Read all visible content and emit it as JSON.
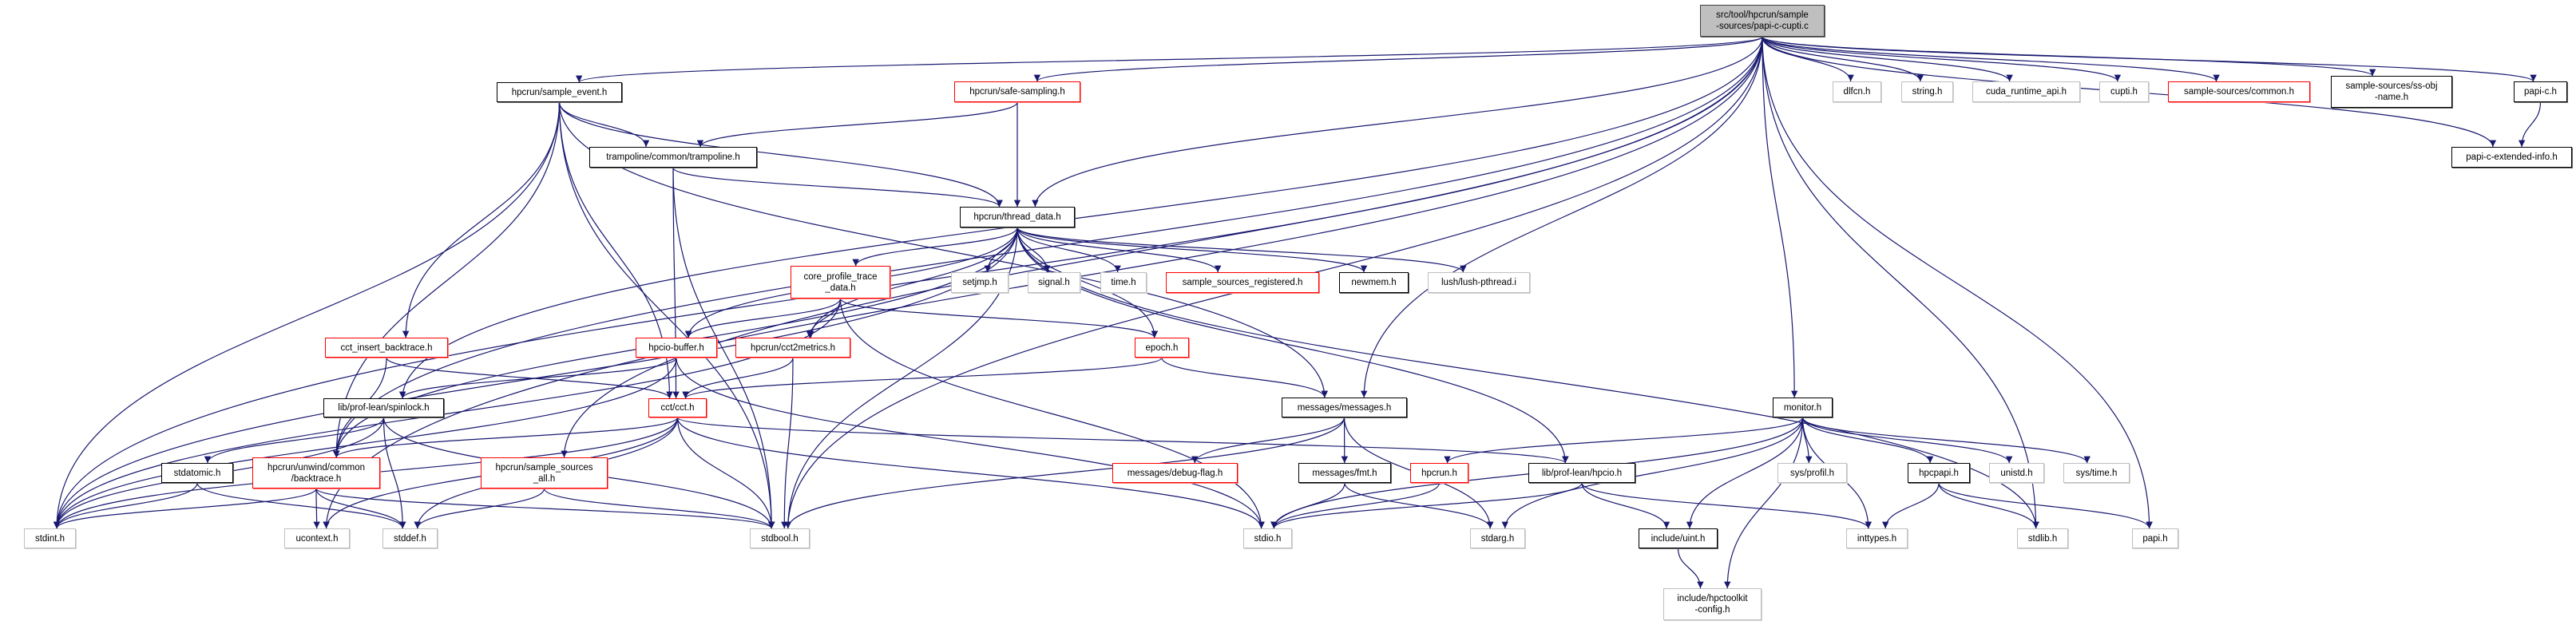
{
  "colors": {
    "edge": "#191970",
    "documented_border": "#000000",
    "incomplete_border": "#ff0000",
    "undocumented_border": "#bfbfbf",
    "root_fill": "#bfbfbf"
  },
  "nodes": {
    "root": {
      "lines": [
        "src/tool/hpcrun/sample",
        "-sources/papi-c-cupti.c"
      ],
      "kind": "root"
    },
    "sample_event": {
      "lines": [
        "hpcrun/sample_event.h"
      ],
      "kind": "black"
    },
    "safe_sampling": {
      "lines": [
        "hpcrun/safe-sampling.h"
      ],
      "kind": "red"
    },
    "trampoline": {
      "lines": [
        "trampoline/common/trampoline.h"
      ],
      "kind": "black"
    },
    "thread_data": {
      "lines": [
        "hpcrun/thread_data.h"
      ],
      "kind": "black"
    },
    "core_profile": {
      "lines": [
        "core_profile_trace",
        "_data.h"
      ],
      "kind": "red"
    },
    "setjmp": {
      "lines": [
        "setjmp.h"
      ],
      "kind": "gray"
    },
    "signal": {
      "lines": [
        "signal.h"
      ],
      "kind": "gray"
    },
    "time": {
      "lines": [
        "time.h"
      ],
      "kind": "gray"
    },
    "ss_registered": {
      "lines": [
        "sample_sources_registered.h"
      ],
      "kind": "red"
    },
    "newmem": {
      "lines": [
        "newmem.h"
      ],
      "kind": "black"
    },
    "lush": {
      "lines": [
        "lush/lush-pthread.i"
      ],
      "kind": "gray"
    },
    "cct_insert": {
      "lines": [
        "cct_insert_backtrace.h"
      ],
      "kind": "red"
    },
    "hpcio_buffer": {
      "lines": [
        "hpcio-buffer.h"
      ],
      "kind": "red"
    },
    "cct2metrics": {
      "lines": [
        "hpcrun/cct2metrics.h"
      ],
      "kind": "red"
    },
    "epoch": {
      "lines": [
        "epoch.h"
      ],
      "kind": "red"
    },
    "spinlock": {
      "lines": [
        "lib/prof-lean/spinlock.h"
      ],
      "kind": "black"
    },
    "cct": {
      "lines": [
        "cct/cct.h"
      ],
      "kind": "red"
    },
    "messages": {
      "lines": [
        "messages/messages.h"
      ],
      "kind": "black"
    },
    "monitor": {
      "lines": [
        "monitor.h"
      ],
      "kind": "black"
    },
    "stdatomic": {
      "lines": [
        "stdatomic.h"
      ],
      "kind": "black"
    },
    "backtrace": {
      "lines": [
        "hpcrun/unwind/common",
        "/backtrace.h"
      ],
      "kind": "red"
    },
    "ss_all": {
      "lines": [
        "hpcrun/sample_sources",
        "_all.h"
      ],
      "kind": "red"
    },
    "debug_flag": {
      "lines": [
        "messages/debug-flag.h"
      ],
      "kind": "red"
    },
    "fmt": {
      "lines": [
        "messages/fmt.h"
      ],
      "kind": "black"
    },
    "hpcrun_h": {
      "lines": [
        "hpcrun.h"
      ],
      "kind": "red"
    },
    "hpcio": {
      "lines": [
        "lib/prof-lean/hpcio.h"
      ],
      "kind": "black"
    },
    "sys_profil": {
      "lines": [
        "sys/profil.h"
      ],
      "kind": "gray"
    },
    "hpcpapi": {
      "lines": [
        "hpcpapi.h"
      ],
      "kind": "black"
    },
    "unistd": {
      "lines": [
        "unistd.h"
      ],
      "kind": "gray"
    },
    "sys_time": {
      "lines": [
        "sys/time.h"
      ],
      "kind": "gray"
    },
    "stdint": {
      "lines": [
        "stdint.h"
      ],
      "kind": "gray"
    },
    "ucontext": {
      "lines": [
        "ucontext.h"
      ],
      "kind": "gray"
    },
    "stddef": {
      "lines": [
        "stddef.h"
      ],
      "kind": "gray"
    },
    "stdbool": {
      "lines": [
        "stdbool.h"
      ],
      "kind": "gray"
    },
    "stdio": {
      "lines": [
        "stdio.h"
      ],
      "kind": "gray"
    },
    "stdarg": {
      "lines": [
        "stdarg.h"
      ],
      "kind": "gray"
    },
    "uint": {
      "lines": [
        "include/uint.h"
      ],
      "kind": "black"
    },
    "hpctk_config": {
      "lines": [
        "include/hpctoolkit",
        "-config.h"
      ],
      "kind": "gray"
    },
    "inttypes": {
      "lines": [
        "inttypes.h"
      ],
      "kind": "gray"
    },
    "stdlib": {
      "lines": [
        "stdlib.h"
      ],
      "kind": "gray"
    },
    "papi": {
      "lines": [
        "papi.h"
      ],
      "kind": "gray"
    },
    "dlfcn": {
      "lines": [
        "dlfcn.h"
      ],
      "kind": "gray"
    },
    "string": {
      "lines": [
        "string.h"
      ],
      "kind": "gray"
    },
    "cuda_runtime": {
      "lines": [
        "cuda_runtime_api.h"
      ],
      "kind": "gray"
    },
    "cupti": {
      "lines": [
        "cupti.h"
      ],
      "kind": "gray"
    },
    "ss_common": {
      "lines": [
        "sample-sources/common.h"
      ],
      "kind": "red"
    },
    "ss_obj_name": {
      "lines": [
        "sample-sources/ss-obj",
        "-name.h"
      ],
      "kind": "black"
    },
    "papi_c": {
      "lines": [
        "papi-c.h"
      ],
      "kind": "black"
    },
    "papi_c_ext": {
      "lines": [
        "papi-c-extended-info.h"
      ],
      "kind": "black"
    }
  },
  "edges": [
    [
      "root",
      "stdint"
    ],
    [
      "root",
      "ucontext"
    ],
    [
      "root",
      "spinlock"
    ],
    [
      "root",
      "ss_all"
    ],
    [
      "root",
      "backtrace"
    ],
    [
      "root",
      "sample_event"
    ],
    [
      "root",
      "safe_sampling"
    ],
    [
      "root",
      "thread_data"
    ],
    [
      "root",
      "stdbool"
    ],
    [
      "root",
      "messages"
    ],
    [
      "root",
      "monitor"
    ],
    [
      "root",
      "stdlib"
    ],
    [
      "root",
      "papi"
    ],
    [
      "root",
      "dlfcn"
    ],
    [
      "root",
      "string"
    ],
    [
      "root",
      "cuda_runtime"
    ],
    [
      "root",
      "cupti"
    ],
    [
      "root",
      "ss_common"
    ],
    [
      "root",
      "ss_obj_name"
    ],
    [
      "root",
      "papi_c"
    ],
    [
      "root",
      "papi_c_ext"
    ],
    [
      "sample_event",
      "trampoline"
    ],
    [
      "sample_event",
      "thread_data"
    ],
    [
      "sample_event",
      "stdint"
    ],
    [
      "sample_event",
      "backtrace"
    ],
    [
      "sample_event",
      "cct"
    ],
    [
      "sample_event",
      "stdbool"
    ],
    [
      "sample_event",
      "cct_insert"
    ],
    [
      "sample_event",
      "messages"
    ],
    [
      "safe_sampling",
      "trampoline"
    ],
    [
      "safe_sampling",
      "thread_data"
    ],
    [
      "trampoline",
      "thread_data"
    ],
    [
      "trampoline",
      "cct"
    ],
    [
      "trampoline",
      "stdbool"
    ],
    [
      "thread_data",
      "core_profile"
    ],
    [
      "thread_data",
      "setjmp"
    ],
    [
      "thread_data",
      "signal"
    ],
    [
      "thread_data",
      "time"
    ],
    [
      "thread_data",
      "ss_registered"
    ],
    [
      "thread_data",
      "newmem"
    ],
    [
      "thread_data",
      "lush"
    ],
    [
      "thread_data",
      "epoch"
    ],
    [
      "thread_data",
      "hpcio_buffer"
    ],
    [
      "thread_data",
      "cct2metrics"
    ],
    [
      "thread_data",
      "stdint"
    ],
    [
      "thread_data",
      "stdbool"
    ],
    [
      "thread_data",
      "backtrace"
    ],
    [
      "thread_data",
      "hpcio"
    ],
    [
      "thread_data",
      "stdlib"
    ],
    [
      "core_profile",
      "epoch"
    ],
    [
      "core_profile",
      "hpcio_buffer"
    ],
    [
      "core_profile",
      "cct2metrics"
    ],
    [
      "core_profile",
      "stdint"
    ],
    [
      "core_profile",
      "stdio"
    ],
    [
      "cct_insert",
      "cct"
    ],
    [
      "cct_insert",
      "backtrace"
    ],
    [
      "hpcio_buffer",
      "spinlock"
    ],
    [
      "hpcio_buffer",
      "stdint"
    ],
    [
      "hpcio_buffer",
      "stdio"
    ],
    [
      "cct2metrics",
      "cct"
    ],
    [
      "cct2metrics",
      "stdbool"
    ],
    [
      "epoch",
      "cct"
    ],
    [
      "epoch",
      "messages"
    ],
    [
      "spinlock",
      "stdatomic"
    ],
    [
      "spinlock",
      "stdint"
    ],
    [
      "spinlock",
      "stddef"
    ],
    [
      "spinlock",
      "stdbool"
    ],
    [
      "cct",
      "backtrace"
    ],
    [
      "cct",
      "ucontext"
    ],
    [
      "cct",
      "stddef"
    ],
    [
      "cct",
      "stdbool"
    ],
    [
      "cct",
      "stdio"
    ],
    [
      "cct",
      "hpcio"
    ],
    [
      "cct",
      "stdint"
    ],
    [
      "stdatomic",
      "stdint"
    ],
    [
      "stdatomic",
      "stddef"
    ],
    [
      "backtrace",
      "stdint"
    ],
    [
      "backtrace",
      "ucontext"
    ],
    [
      "backtrace",
      "stddef"
    ],
    [
      "backtrace",
      "stdbool"
    ],
    [
      "ss_all",
      "stddef"
    ],
    [
      "ss_all",
      "stdbool"
    ],
    [
      "messages",
      "debug_flag"
    ],
    [
      "messages",
      "fmt"
    ],
    [
      "messages",
      "stdarg"
    ],
    [
      "messages",
      "stdbool"
    ],
    [
      "fmt",
      "stdio"
    ],
    [
      "fmt",
      "stdarg"
    ],
    [
      "hpcrun_h",
      "stdio"
    ],
    [
      "hpcio",
      "stdio"
    ],
    [
      "hpcio",
      "uint"
    ],
    [
      "hpcio",
      "inttypes"
    ],
    [
      "uint",
      "hpctk_config"
    ],
    [
      "monitor",
      "stdio"
    ],
    [
      "monitor",
      "hpcrun_h"
    ],
    [
      "monitor",
      "stdarg"
    ],
    [
      "monitor",
      "uint"
    ],
    [
      "monitor",
      "hpctk_config"
    ],
    [
      "monitor",
      "sys_profil"
    ],
    [
      "monitor",
      "inttypes"
    ],
    [
      "monitor",
      "hpcpapi"
    ],
    [
      "monitor",
      "unistd"
    ],
    [
      "monitor",
      "sys_time"
    ],
    [
      "hpcpapi",
      "inttypes"
    ],
    [
      "hpcpapi",
      "stdlib"
    ],
    [
      "hpcpapi",
      "papi"
    ],
    [
      "papi_c",
      "papi_c_ext"
    ]
  ]
}
